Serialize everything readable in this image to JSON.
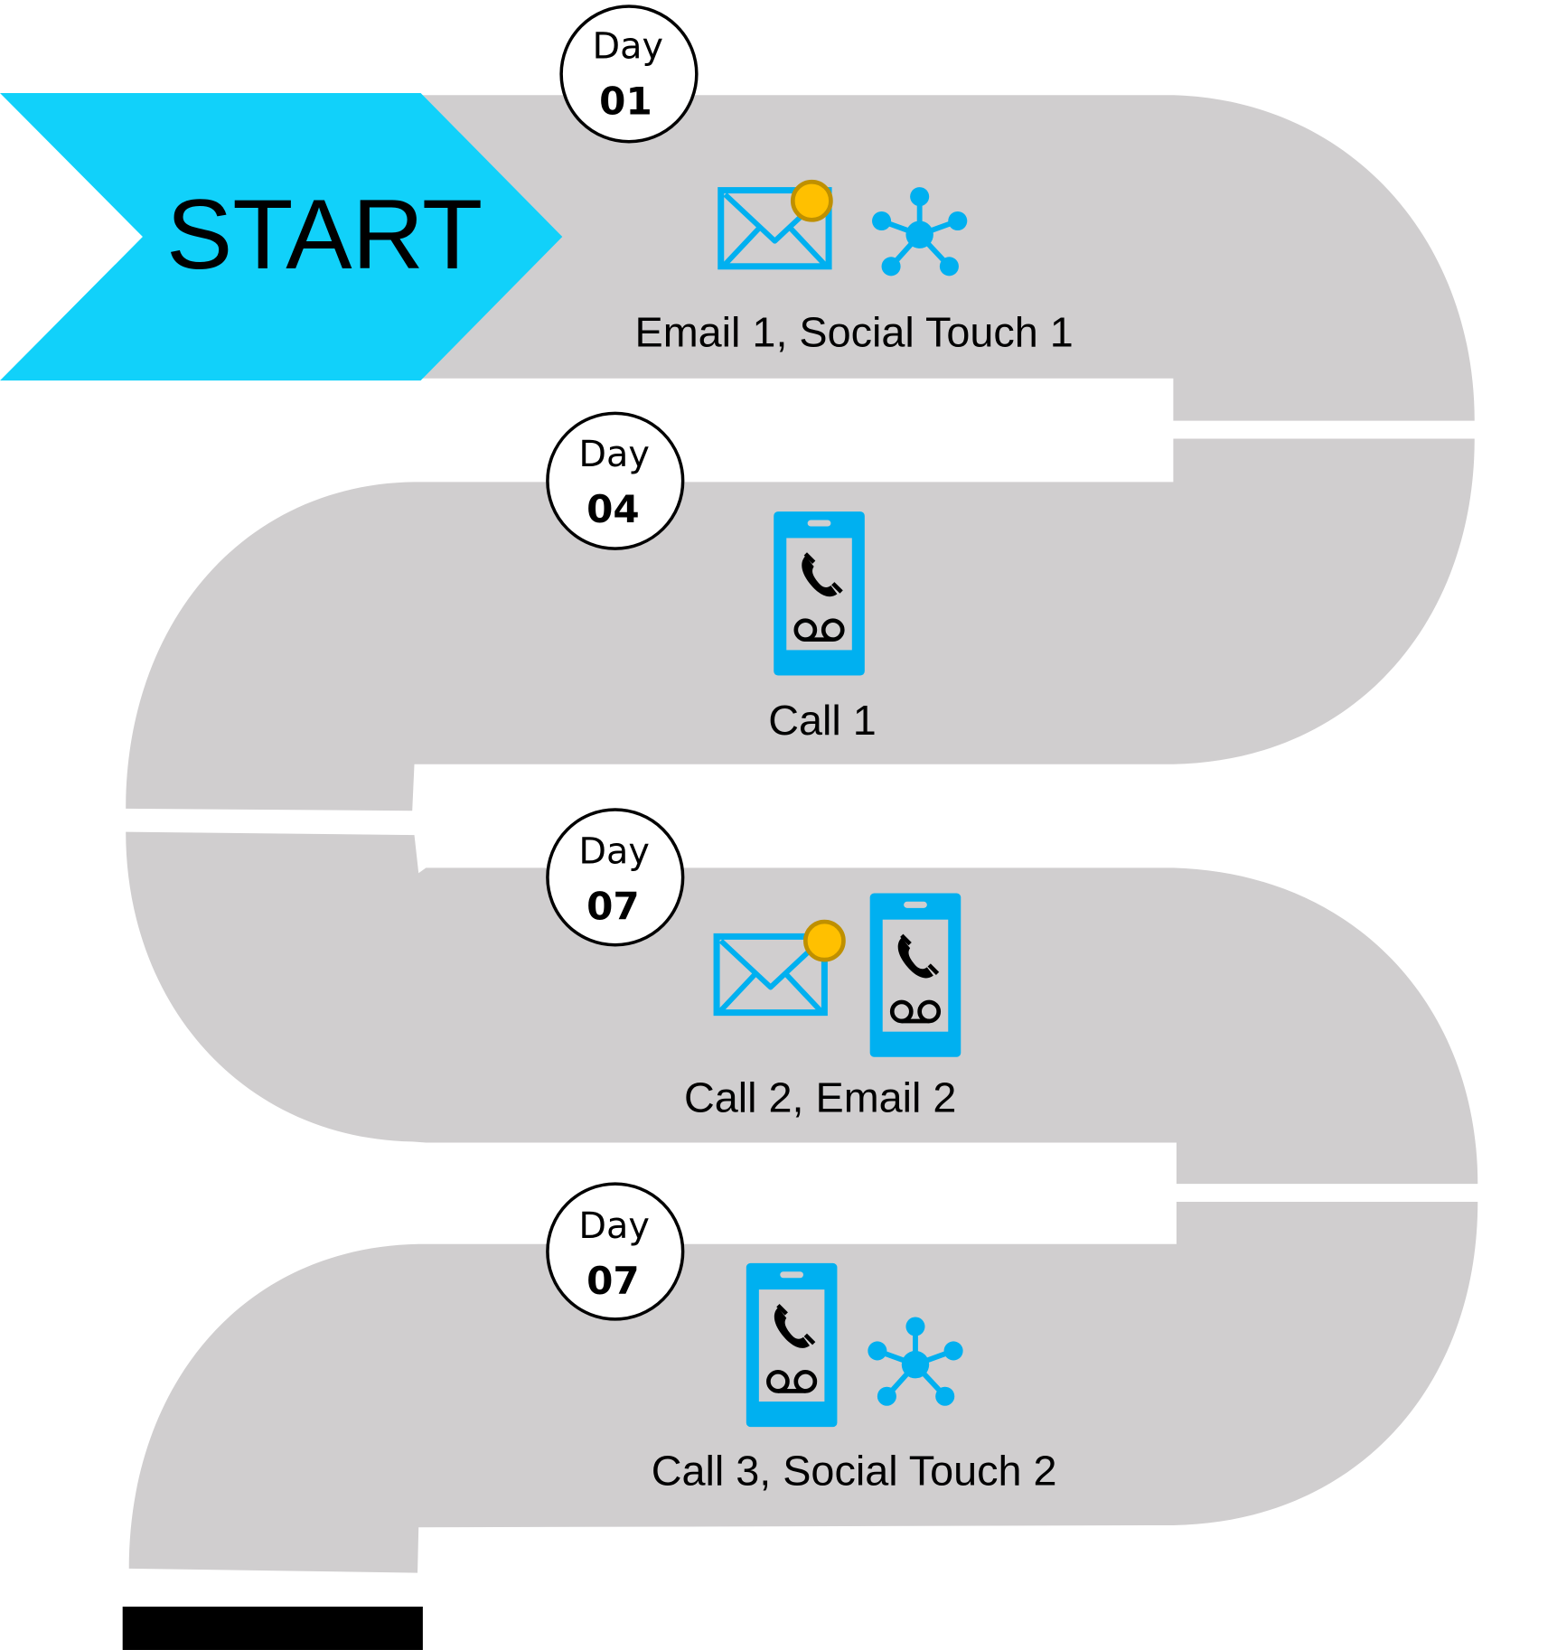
{
  "start": {
    "label": "START"
  },
  "colors": {
    "road": "#d0cecf",
    "start_arrow": "#11d1fa",
    "icon_blue": "#00b0f0",
    "badge_fill": "#ffc000",
    "badge_stroke": "#bf9000"
  },
  "steps": [
    {
      "day_label": "Day",
      "day_number": "01",
      "caption": "Email 1, Social Touch 1",
      "icons": [
        "email-icon",
        "social-network-icon"
      ]
    },
    {
      "day_label": "Day",
      "day_number": "04",
      "caption": "Call 1",
      "icons": [
        "phone-voicemail-icon"
      ]
    },
    {
      "day_label": "Day",
      "day_number": "07",
      "caption": "Call 2, Email 2",
      "icons": [
        "email-icon",
        "phone-voicemail-icon"
      ]
    },
    {
      "day_label": "Day",
      "day_number": "07",
      "caption": "Call 3, Social Touch 2",
      "icons": [
        "phone-voicemail-icon",
        "social-network-icon"
      ]
    }
  ]
}
